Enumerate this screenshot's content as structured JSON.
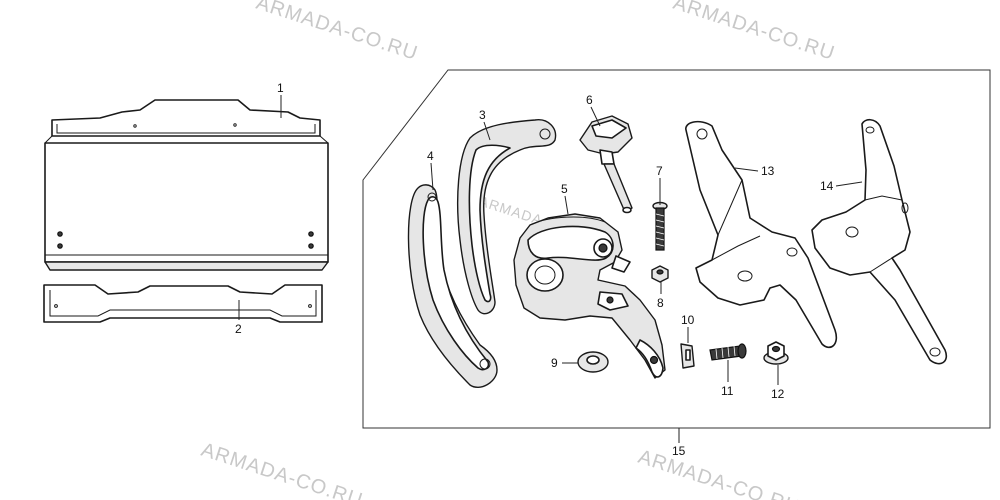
{
  "watermarks": [
    "ARMADA-CO.RU",
    "ARMADA-CO.RU",
    "ARMADA-CO.RU",
    "ARMADA-CO.RU",
    "ARMADA-CO.RU"
  ],
  "callouts": {
    "c1": "1",
    "c2": "2",
    "c3": "3",
    "c4": "4",
    "c5": "5",
    "c6": "6",
    "c7": "7",
    "c8": "8",
    "c9": "9",
    "c10": "10",
    "c11": "11",
    "c12": "12",
    "c13": "13",
    "c14": "14",
    "c15": "15"
  }
}
